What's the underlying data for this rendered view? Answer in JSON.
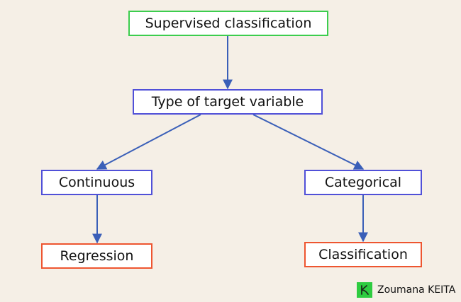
{
  "diagram": {
    "nodes": {
      "root": "Supervised classification",
      "type": "Type of target variable",
      "continuous": "Continuous",
      "categorical": "Categorical",
      "regression": "Regression",
      "classification": "Classification"
    },
    "edges": [
      [
        "root",
        "type"
      ],
      [
        "type",
        "continuous"
      ],
      [
        "type",
        "categorical"
      ],
      [
        "continuous",
        "regression"
      ],
      [
        "categorical",
        "classification"
      ]
    ]
  },
  "colors": {
    "background": "#f5efe6",
    "root_border": "#3ccd4e",
    "middle_border": "#5050d8",
    "leaf_border": "#ee5530",
    "arrow": "#3a5fb8",
    "logo": "#2ecc40"
  },
  "credit": {
    "name": "Zoumana KEITA",
    "logo_icon": "zk-logo-icon"
  }
}
